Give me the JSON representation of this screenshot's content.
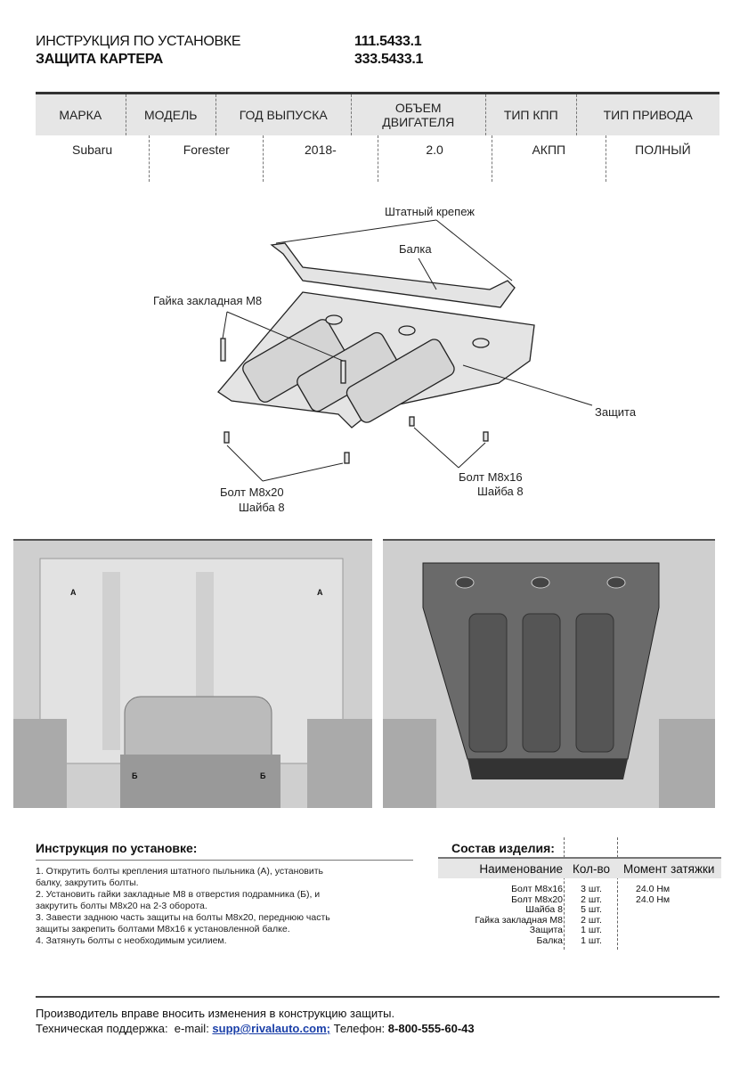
{
  "header": {
    "title_line1": "ИНСТРУКЦИЯ ПО УСТАНОВКЕ",
    "title_line2": "ЗАЩИТА КАРТЕРА",
    "code1": "111.5433.1",
    "code2": "333.5433.1"
  },
  "spec_table": {
    "headers": [
      "МАРКА",
      "МОДЕЛЬ",
      "ГОД ВЫПУСКА",
      "ОБЪЕМ ДВИГАТЕЛЯ",
      "ТИП КПП",
      "ТИП ПРИВОДА"
    ],
    "values": [
      "Subaru",
      "Forester",
      "2018-",
      "2.0",
      "АКПП",
      "ПОЛНЫЙ"
    ]
  },
  "diagram": {
    "labels": {
      "fastener": "Штатный крепеж",
      "beam": "Балка",
      "nut": "Гайка закладная М8",
      "guard": "Защита",
      "bolt16": "Болт М8х16",
      "washer_a": "Шайба 8",
      "bolt20": "Болт М8х20",
      "washer_b": "Шайба 8"
    }
  },
  "photos": {
    "marker_a": "А",
    "marker_b": "Б"
  },
  "instructions": {
    "title": "Инструкция по установке:",
    "lines": [
      "1. Открутить болты крепления штатного пыльника (А), установить",
      "балку, закрутить болты.",
      "2. Установить гайки закладные М8 в отверстия подрамника (Б), и",
      "закрутить болты М8х20 на 2-3 оборота.",
      "3. Завести заднюю часть защиты на болты М8х20, переднюю часть",
      "защиты закрепить болтами М8х16 к установленной балке.",
      "4. Затянуть болты с необходимым усилием."
    ]
  },
  "parts": {
    "title": "Состав изделия:",
    "headers": [
      "Наименование",
      "Кол-во",
      "Момент затяжки"
    ],
    "rows": [
      [
        "Болт М8х16",
        "3 шт.",
        "24.0 Нм"
      ],
      [
        "Болт М8х20",
        "2 шт.",
        "24.0 Нм"
      ],
      [
        "Шайба 8",
        "5 шт.",
        ""
      ],
      [
        "Гайка закладная М8",
        "2 шт.",
        ""
      ],
      [
        "Защита",
        "1 шт.",
        ""
      ],
      [
        "Балка",
        "1 шт.",
        ""
      ]
    ]
  },
  "footer": {
    "line1": "Производитель вправе вносить изменения в конструкцию защиты.",
    "support_label": "Техническая поддержка:  e-mail: ",
    "email": "supp@rivalauto.com;",
    "phone_label": " Телефон: ",
    "phone": "8-800-555-60-43"
  }
}
